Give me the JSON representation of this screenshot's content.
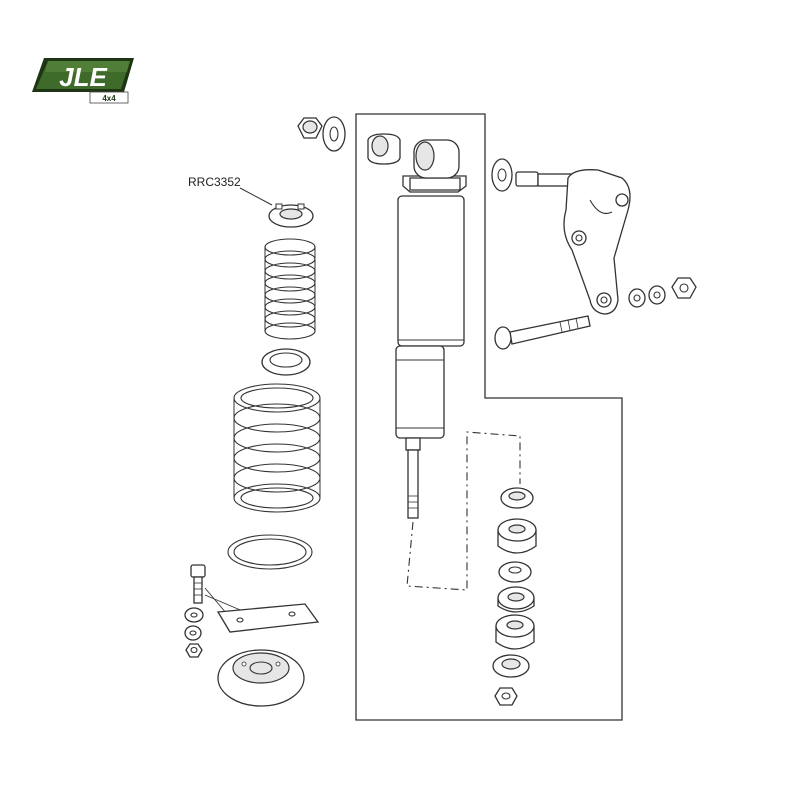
{
  "logo": {
    "main": "JLE",
    "sub": "4x4"
  },
  "callouts": [
    {
      "label": "RRC3352"
    }
  ],
  "colors": {
    "logo_green": "#3f6b2a",
    "logo_dark": "#1e3514",
    "line": "#333333"
  }
}
